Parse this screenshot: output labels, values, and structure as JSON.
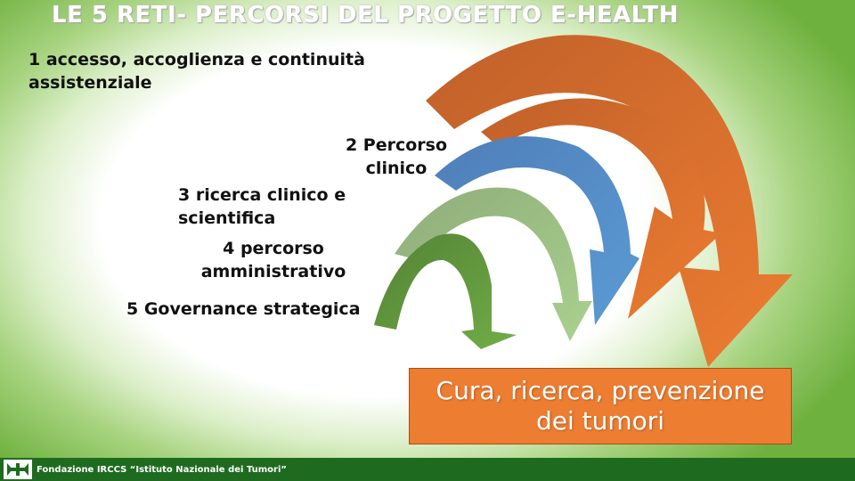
{
  "title": "LE  5 RETI- PERCORSI DEL PROGETTO  E-HEALTH",
  "networks": [
    {
      "label": "1 accesso, accoglienza e continuità assistenziale"
    },
    {
      "label": "2 Percorso clinico"
    },
    {
      "label": "3 ricerca clinico e scientifica"
    },
    {
      "label": "4 percorso amministrativo"
    },
    {
      "label": "5 Governance strategica"
    }
  ],
  "result": "Cura, ricerca, prevenzione dei tumori",
  "footer": {
    "institution": "Fondazione IRCCS “Istituto Nazionale dei Tumori”"
  },
  "colors": {
    "arrow1_start": "#c0602a",
    "arrow1_end": "#ed7d31",
    "arrow2_start": "#4f7eb8",
    "arrow2_end": "#5b9bd5",
    "arrow3_start": "#8fac7a",
    "arrow3_end": "#a9d18e",
    "arrow4_start": "#548235",
    "arrow4_end": "#70ad47",
    "result_box": "#ed7d31",
    "footer_bar": "#1e6b1f"
  }
}
